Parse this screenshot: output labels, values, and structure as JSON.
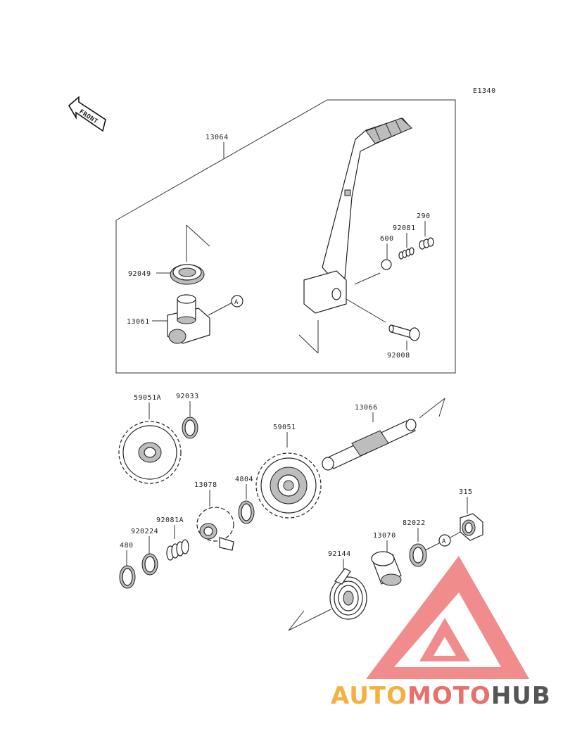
{
  "diagram_code": "E1340",
  "front_label": "FRONT",
  "ref_marker": "A",
  "parts": {
    "p13064": "13064",
    "p92049": "92049",
    "p13061": "13061",
    "p600": "600",
    "p92081": "92081",
    "p290": "290",
    "p92008": "92008",
    "p59051A": "59051A",
    "p92033": "92033",
    "p13066": "13066",
    "p59051": "59051",
    "p13078": "13078",
    "p480_4": "4804",
    "p92081A": "92081A",
    "p920224": "920224",
    "p480": "480",
    "p315": "315",
    "p82022": "82022",
    "p13070": "13070",
    "p92144": "92144"
  },
  "watermark": {
    "part1": "AUTO",
    "part2": "MOTO",
    "part3": "HUB",
    "color1": "#f5b041",
    "color2": "#e8706a",
    "color3": "#555555",
    "logo_color": "#ef8080"
  }
}
